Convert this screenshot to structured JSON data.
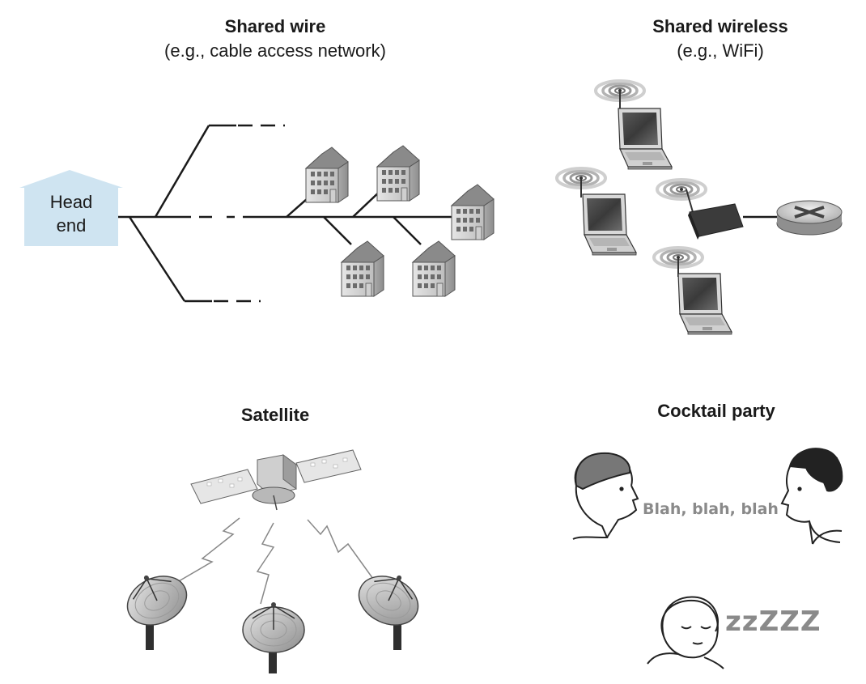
{
  "panels": {
    "shared_wire": {
      "title": "Shared wire",
      "subtitle": "(e.g., cable access network)",
      "head_end_label": "Head\nend"
    },
    "shared_wireless": {
      "title": "Shared wireless",
      "subtitle": "(e.g., WiFi)"
    },
    "satellite": {
      "title": "Satellite"
    },
    "cocktail_party": {
      "title": "Cocktail party",
      "speech": "Blah, blah, blah",
      "snore": "zzZZZ"
    }
  },
  "colors": {
    "head_end_fill": "#cfe4f1",
    "line": "#1a1a1a",
    "device_gray": "#9a9a9a",
    "speech_gray": "#8a8a8a"
  }
}
